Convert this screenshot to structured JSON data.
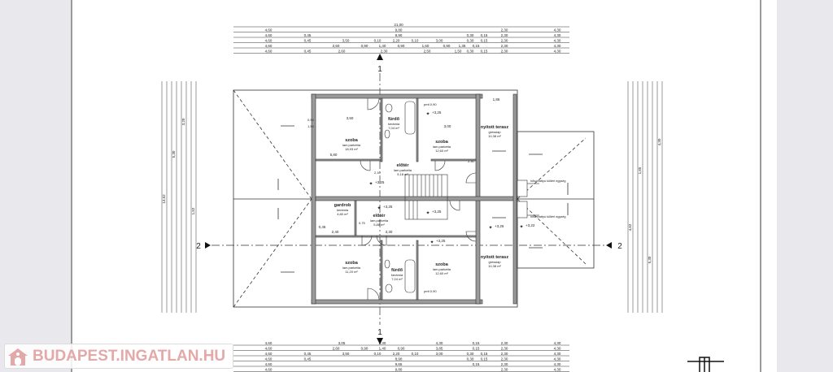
{
  "watermark": {
    "text": "BUDAPEST.INGATLAN.HU"
  },
  "colors": {
    "wall": "#8a8a8a",
    "line": "#222222",
    "watermark": "#e3a9a9",
    "background": "#e9e8ec"
  },
  "section_marks": {
    "top": "1",
    "bottom": "1",
    "left": "2",
    "right": "2"
  },
  "dimensions_top": [
    [
      "21,00"
    ],
    [
      "4,60",
      "9,80",
      "2,30",
      "4,30"
    ],
    [
      "4,60",
      "0,45",
      "8,90",
      "0,30",
      "0,15",
      "2,30",
      "4,30"
    ],
    [
      "4,60",
      "0,45",
      "3,50",
      "0,10",
      "2,20",
      "0,10",
      "3,00",
      "0,30",
      "0,15",
      "2,30",
      "4,30"
    ],
    [
      "4,60",
      "2,60",
      "0,90",
      "1,40",
      "0,90",
      "1,60",
      "0,90",
      "1,35",
      "0,15",
      "2,30",
      "4,30"
    ],
    [
      "4,60",
      "0,45",
      "2,60",
      "2,30",
      "2,50",
      "1,50",
      "0,30",
      "0,15",
      "2,30",
      "4,30"
    ]
  ],
  "dimensions_bottom": [
    [
      "4,60",
      "3,05",
      "2,30",
      "4,30",
      "0,15",
      "2,30",
      "4,30"
    ],
    [
      "4,60",
      "2,60",
      "0,90",
      "1,40",
      "0,90",
      "3,85",
      "0,15",
      "2,30",
      "4,30"
    ],
    [
      "4,60",
      "0,45",
      "3,50",
      "0,10",
      "2,20",
      "0,10",
      "3,00",
      "0,30",
      "0,15",
      "2,30",
      "4,30"
    ],
    [
      "4,60",
      "0,45",
      "8,90",
      "0,30",
      "0,15",
      "2,30",
      "4,30"
    ],
    [
      "4,60",
      "9,65",
      "0,15",
      "2,30",
      "4,30"
    ],
    [
      "4,60",
      "9,80",
      "2,30",
      "4,30"
    ]
  ],
  "dimensions_side": [
    "13,52",
    "5,30",
    "3,20",
    "1,52",
    "4,62",
    "1,65",
    "5,30",
    "4,30"
  ],
  "rooms": [
    {
      "name": "szoba",
      "floor": "lam.parketta",
      "area": "18,93 m²"
    },
    {
      "name": "fürdő",
      "floor": "kerámia",
      "area": "7,04 m²"
    },
    {
      "name": "szoba",
      "floor": "lam.parketta",
      "area": "12,60 m²"
    },
    {
      "name": "előtér",
      "floor": "lam.parketta",
      "area": "5,18 m²"
    },
    {
      "name": "nyitott terasz",
      "floor": "gresslap",
      "area": "10,38 m²"
    },
    {
      "name": "gardrob",
      "floor": "kerámia",
      "area": "4,80 m²"
    },
    {
      "name": "előtér",
      "floor": "lam.parketta",
      "area": "5,88 m²"
    },
    {
      "name": "szoba",
      "floor": "lam.parketta",
      "area": "11,20 m²"
    },
    {
      "name": "fürdő",
      "floor": "kerámia",
      "area": "7,04 m²"
    },
    {
      "name": "szoba",
      "floor": "lam.parketta",
      "area": "12,60 m²"
    },
    {
      "name": "nyitott terasz",
      "floor": "gresslap",
      "area": "10,38 m²"
    }
  ],
  "levels": [
    "+3,25",
    "+3,25",
    "+3,25",
    "+3,25",
    "+3,25",
    "+3,25",
    "+3,22"
  ],
  "equipment_labels": [
    "hőszivattyú kültéri egység",
    "hőszivattyú kültéri egység"
  ],
  "openings": [
    "0,90",
    "1,50",
    "2,30",
    "2,10",
    "0,75",
    "pmf.0,90",
    "pmf.0,90"
  ],
  "inner_dims": [
    "3,50",
    "3,00",
    "1,85",
    "5,80",
    "3,30",
    "2,40",
    "0,45"
  ]
}
